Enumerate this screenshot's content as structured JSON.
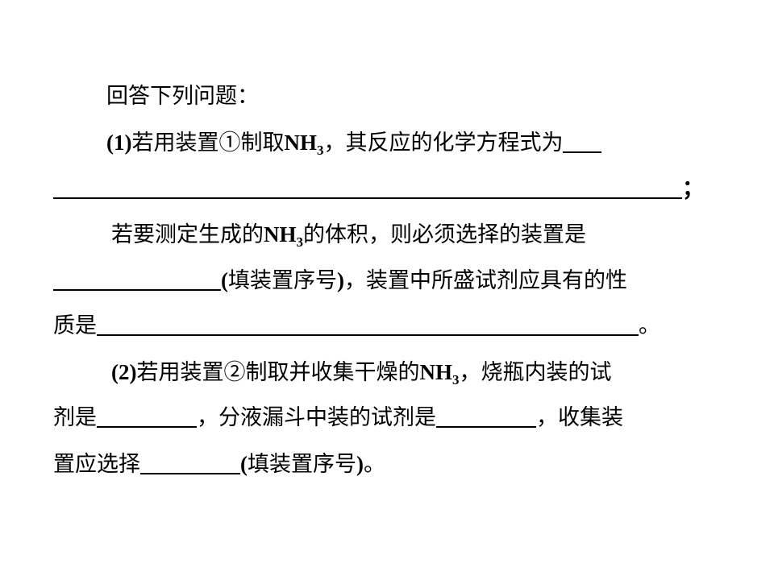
{
  "intro": "回答下列问题：",
  "q1": {
    "num": "(1)",
    "p1": "若用装置①制取",
    "nh": "NH",
    "sub3": "3",
    "p2": "，其反应的化学方程式为",
    "semicolon": "；",
    "p3": "若要测定生成的",
    "p4": "的体积，则必须选择的装置是",
    "hint_open": "(",
    "hint": "填装置序号",
    "hint_close": ")",
    "p5": "，装置中所盛试剂应具有的性",
    "p6": "质是",
    "period": "。"
  },
  "q2": {
    "num": "(2)",
    "p1": "若用装置②制取并收集干燥的",
    "p2": "，烧瓶内装的试",
    "p3": "剂是",
    "p4": "，分液漏斗中装的试剂是",
    "p5": "，收集装",
    "p6": "置应选择",
    "hint_open": "(",
    "hint": "填装置序号",
    "hint_close": ")",
    "period": "。"
  }
}
